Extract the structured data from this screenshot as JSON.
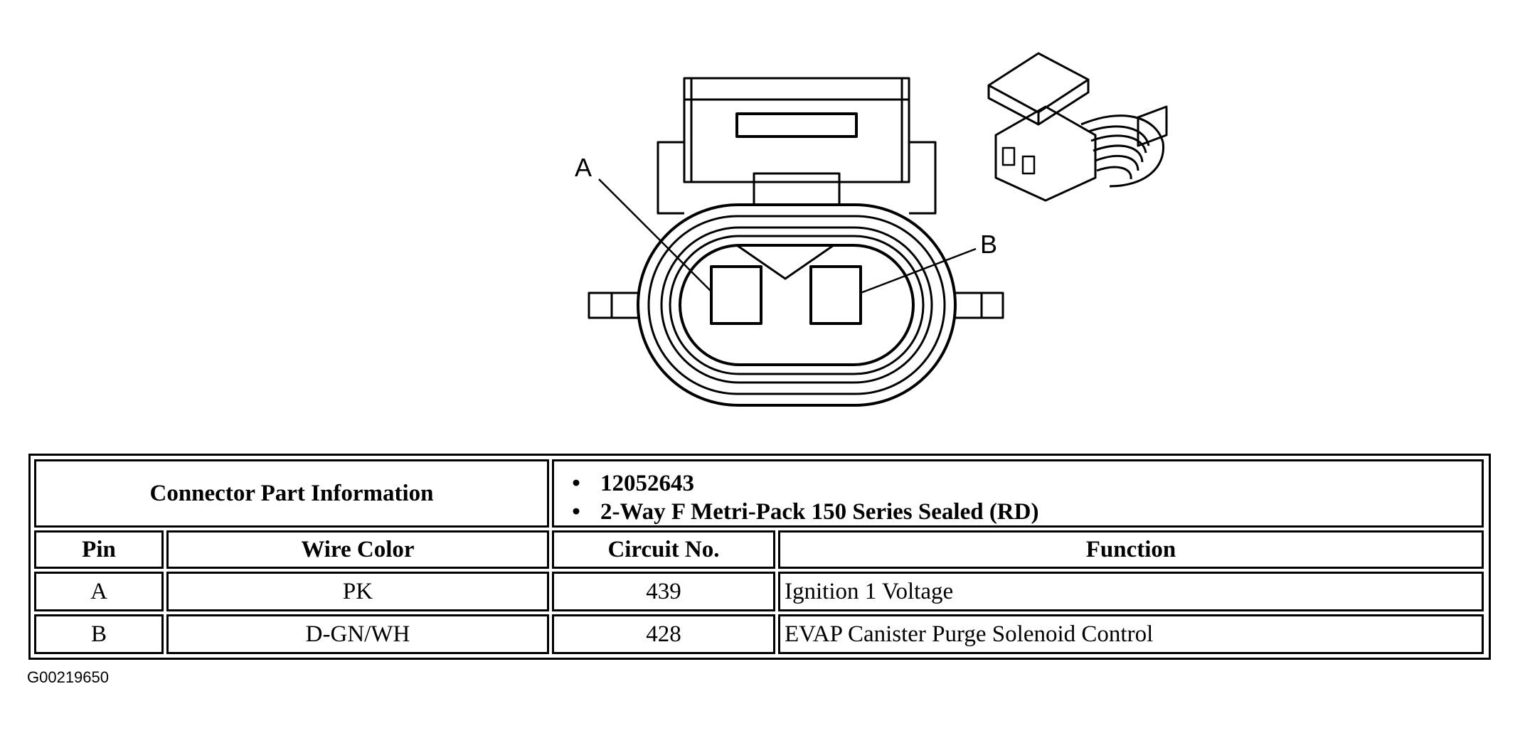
{
  "diagram": {
    "pin_labels": [
      "A",
      "B"
    ]
  },
  "table": {
    "part_info_header": "Connector Part Information",
    "part_info": [
      "12052643",
      "2-Way F Metri-Pack 150 Series Sealed (RD)"
    ],
    "bullet": "•",
    "columns": [
      "Pin",
      "Wire Color",
      "Circuit No.",
      "Function"
    ],
    "rows": [
      {
        "pin": "A",
        "wire_color": "PK",
        "circuit": "439",
        "function": "Ignition 1 Voltage"
      },
      {
        "pin": "B",
        "wire_color": "D-GN/WH",
        "circuit": "428",
        "function": "EVAP Canister Purge Solenoid Control"
      }
    ]
  },
  "figure_id": "G00219650"
}
